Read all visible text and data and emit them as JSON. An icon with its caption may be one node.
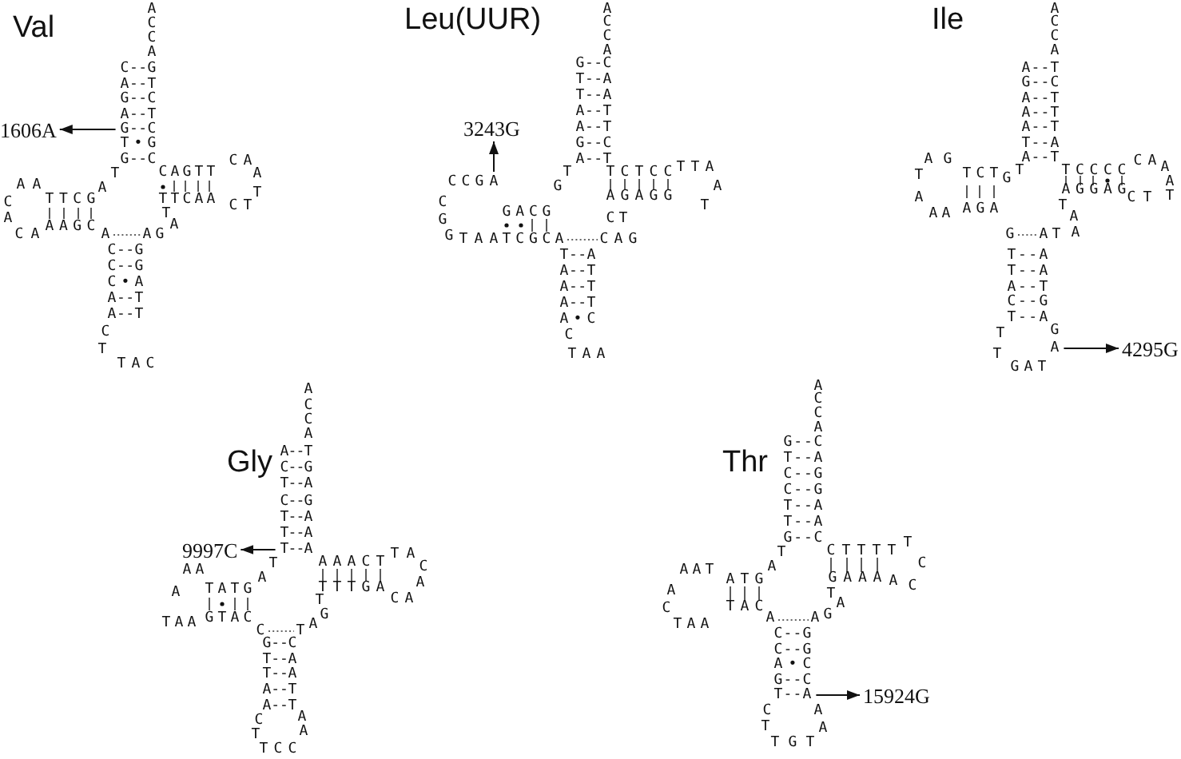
{
  "diagram": {
    "nodes": [
      {
        "text": [
          "1606A"
        ]
      },
      {
        "text": [
          "3243G"
        ]
      },
      {
        "text": [
          "4295G"
        ]
      },
      {
        "text": [
          "9997C"
        ]
      },
      {
        "text": [
          "15924G"
        ]
      },
      {
        "text": [
          "G--C"
        ]
      },
      {
        "text": [
          "A"
        ]
      },
      {
        "text": [
          "A"
        ]
      },
      {
        "text": [
          "T--A"
        ]
      },
      {
        "text": [
          "T--A"
        ]
      }
    ],
    "edges": [
      {
        "from": 5,
        "to": 0,
        "arrow": "to"
      },
      {
        "from": 6,
        "to": 1,
        "arrow": "to"
      },
      {
        "from": 7,
        "to": 2,
        "arrow": "to"
      },
      {
        "from": 8,
        "to": 3,
        "arrow": "to"
      },
      {
        "from": 9,
        "to": 4,
        "arrow": "to"
      }
    ],
    "labels": [
      "Val",
      "ACCA",
      "C--G",
      "A--T",
      "G--C",
      "A--T",
      "T•G",
      "G--C",
      "T",
      "A",
      "AA",
      "TTCG",
      "C",
      "A",
      "AAGC",
      "CA",
      "A",
      "AG",
      "T",
      "A",
      "C--G",
      "C--G",
      "C•A",
      "A--T",
      "A--T",
      "C",
      "T",
      "TAC",
      "CAGTT",
      "CA",
      "A",
      "T",
      "TTCAA",
      "CT",
      "Leu(UUR)",
      "ACCA",
      "G--C",
      "T--A",
      "T--A",
      "A--T",
      "A--T",
      "G--C",
      "A--T",
      "T",
      "G",
      "CCG",
      "C",
      "GACG",
      "G",
      "G",
      "TAA",
      "TCGC",
      "A",
      "CAG",
      "T--A",
      "A--T",
      "A--T",
      "A--T",
      "A•C",
      "C",
      "TAA",
      "TCTCC",
      "TTA",
      "A",
      "AGAGG",
      "T",
      "CT",
      "Ile",
      "ACCA",
      "A--T",
      "G--C",
      "A--T",
      "A--T",
      "A--T",
      "T--A",
      "A--T",
      "T",
      "G",
      "AG",
      "T",
      "TCT",
      "A",
      "AA",
      "AGA",
      "G",
      "AT",
      "A",
      "T",
      "A",
      "TCCCC",
      "CA",
      "A",
      "A",
      "T",
      "AGGAG",
      "CT",
      "T--A",
      "T--A",
      "A--T",
      "C--G",
      "T--A",
      "T",
      "T",
      "GAT",
      "G",
      "Gly",
      "ACCA",
      "A--T",
      "C--G",
      "T--A",
      "C--G",
      "T--A",
      "T--A",
      "T",
      "A",
      "AA",
      "TATG",
      "A",
      "GTAC",
      "TAA",
      "C",
      "T",
      "A",
      "G",
      "T",
      "AAACT",
      "TA",
      "C",
      "A",
      "CA",
      "TTTGA",
      "G--C",
      "T--A",
      "T--A",
      "A--T",
      "A--T",
      "C",
      "T",
      "TCC",
      "A",
      "A",
      "Thr",
      "ACCA",
      "G--C",
      "T--A",
      "C--G",
      "C--G",
      "T--A",
      "T--A",
      "G--C",
      "T",
      "A",
      "AAT",
      "ATG",
      "A",
      "C",
      "TAC",
      "TAA",
      "A",
      "A",
      "G",
      "A",
      "T",
      "CTTTT",
      "T",
      "C",
      "C",
      "A",
      "GAAA",
      "C--G",
      "C--G",
      "A•C",
      "G--C",
      "C",
      "T",
      "TGT",
      "A",
      "A"
    ]
  }
}
